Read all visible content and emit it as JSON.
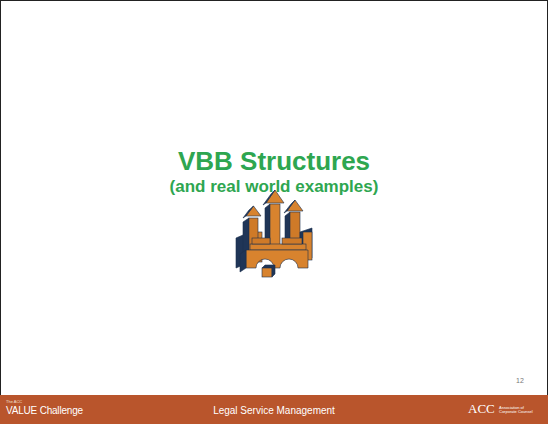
{
  "diagram": {
    "title": "VBB Structures",
    "labels": [
      "(and real world examples)",
      "12",
      "The ACC",
      "VALUE Challenge",
      "Legal Service Management",
      "ACC",
      "Association of Corporate Counsel"
    ]
  }
}
